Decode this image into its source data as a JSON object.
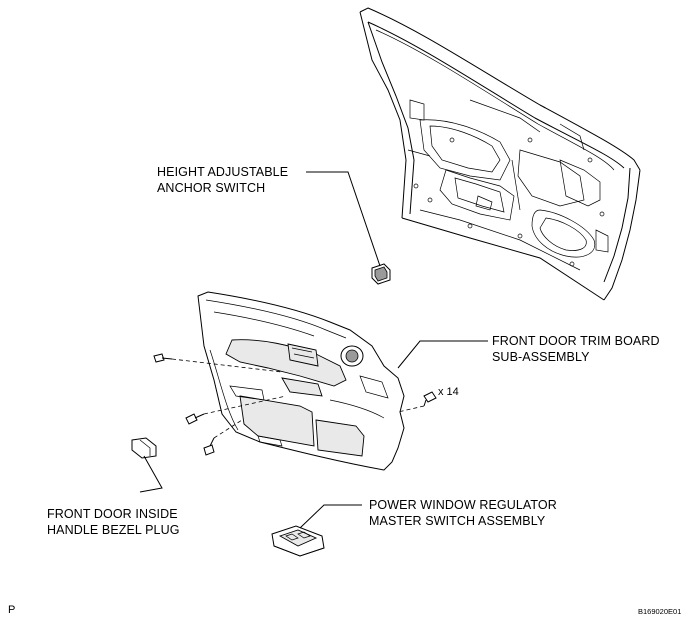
{
  "labels": {
    "height_adjustable_anchor_switch": [
      "HEIGHT ADJUSTABLE",
      "ANCHOR SWITCH"
    ],
    "front_door_trim_board": [
      "FRONT DOOR TRIM BOARD",
      "SUB-ASSEMBLY"
    ],
    "front_door_inside_handle_bezel_plug": [
      "FRONT DOOR INSIDE",
      "HANDLE BEZEL PLUG"
    ],
    "power_window_regulator_master_switch": [
      "POWER WINDOW REGULATOR",
      "MASTER SWITCH ASSEMBLY"
    ]
  },
  "clip_quantity": "x 14",
  "corner_mark": "P",
  "figure_code": "B169020E01"
}
